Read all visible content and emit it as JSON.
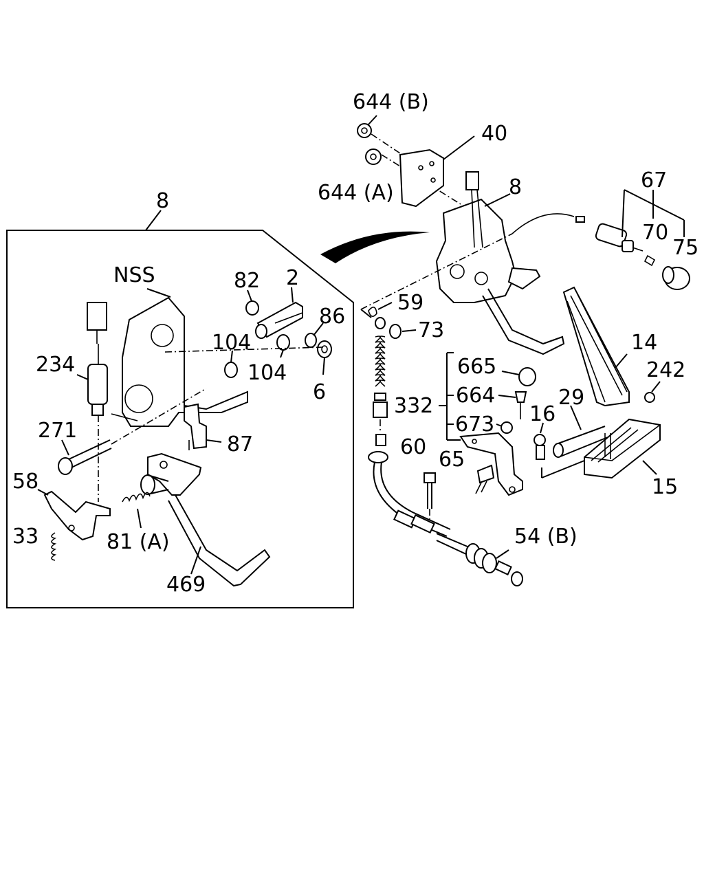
{
  "labels": {
    "l644b": "644 (B)",
    "l40": "40",
    "l644a": "644 (A)",
    "l8top": "8",
    "l8detail": "8",
    "l67": "67",
    "l70": "70",
    "l75": "75",
    "lnss": "NSS",
    "l82": "82",
    "l2": "2",
    "l86": "86",
    "l104a": "104",
    "l104b": "104",
    "l6": "6",
    "l234": "234",
    "l271": "271",
    "l87": "87",
    "l58": "58",
    "l33": "33",
    "l81a": "81 (A)",
    "l469": "469",
    "l59": "59",
    "l73": "73",
    "l665": "665",
    "l664": "664",
    "l332": "332",
    "l673": "673",
    "l60": "60",
    "l65": "65",
    "l16": "16",
    "l29": "29",
    "l14": "14",
    "l242": "242",
    "l15": "15",
    "l54b": "54 (B)"
  }
}
